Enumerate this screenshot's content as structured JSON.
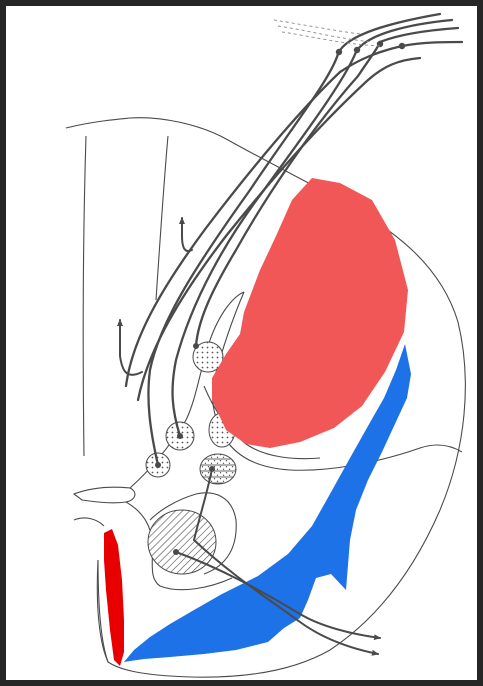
{
  "figure": {
    "background_color": "#262626",
    "paper_color": "#ffffff",
    "line_color": "#4a4a4a",
    "regions": [
      {
        "id": "red-region",
        "color": "#f25757"
      },
      {
        "id": "blue-region",
        "color": "#1c72e6"
      },
      {
        "id": "red-strip",
        "color": "#e80000"
      }
    ],
    "nuclei": [
      {
        "id": "dotted-nucleus-upper",
        "pattern": "dots"
      },
      {
        "id": "dotted-nucleus-middle",
        "pattern": "dots"
      },
      {
        "id": "dotted-nucleus-lower",
        "pattern": "dots"
      },
      {
        "id": "dotted-nucleus-right",
        "pattern": "dots"
      },
      {
        "id": "hatched-dotted-nucleus",
        "pattern": "hatch-dots"
      },
      {
        "id": "hatched-nucleus",
        "pattern": "hatch"
      }
    ],
    "arrows": [
      {
        "id": "up-arrow-left",
        "direction": "up"
      },
      {
        "id": "up-arrow-center",
        "direction": "up"
      },
      {
        "id": "arrow-bottom-right-upper",
        "direction": "right"
      },
      {
        "id": "arrow-bottom-right-lower",
        "direction": "right"
      }
    ]
  }
}
